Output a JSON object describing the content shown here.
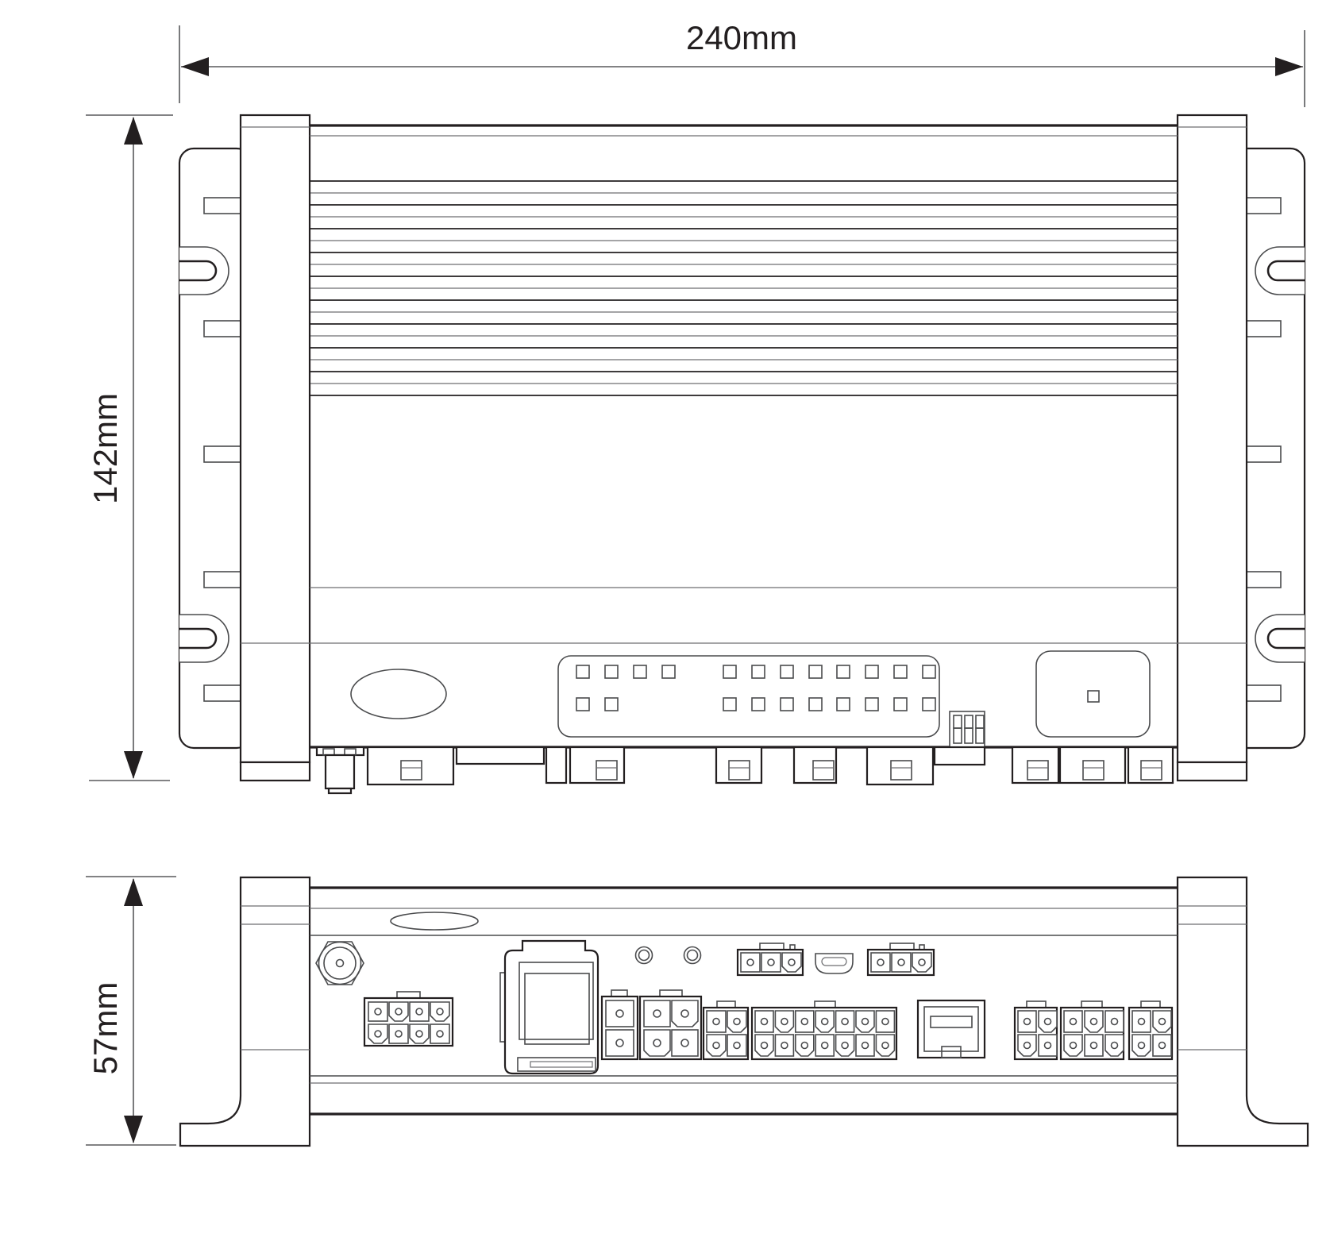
{
  "drawing": {
    "title": "device-dimension-drawing",
    "dimensions": {
      "width": {
        "label": "240mm"
      },
      "height": {
        "label": "142mm"
      },
      "depth": {
        "label": "57mm"
      }
    },
    "colors": {
      "line": "#231f20",
      "thin_line": "#6d6e71",
      "dimension_line": "#58595b",
      "background": "#ffffff"
    },
    "views": {
      "top": {
        "name": "top-view",
        "fin_count": 19,
        "features": [
          "mounting-bracket-left",
          "mounting-bracket-right",
          "keyhole-slots",
          "heatsink-fins",
          "oval-emboss",
          "vent-hole-panel",
          "dip-switch-3pos",
          "access-panel",
          "bottom-connector-row",
          "antenna-stub"
        ]
      },
      "front": {
        "name": "front-view",
        "features": [
          "mounting-foot-left",
          "mounting-foot-right",
          "vent-slot",
          "antenna-connector",
          "power-connector-2x4",
          "sim-card-reader",
          "led-indicator",
          "led-indicator",
          "connector-3pin",
          "hdmi-port",
          "connector-3pin",
          "connector-1x2",
          "connector-2x2-large",
          "connector-2x2-small",
          "connector-2x7",
          "ethernet-port",
          "connector-2x2",
          "connector-2x3",
          "connector-2x2"
        ]
      }
    }
  }
}
